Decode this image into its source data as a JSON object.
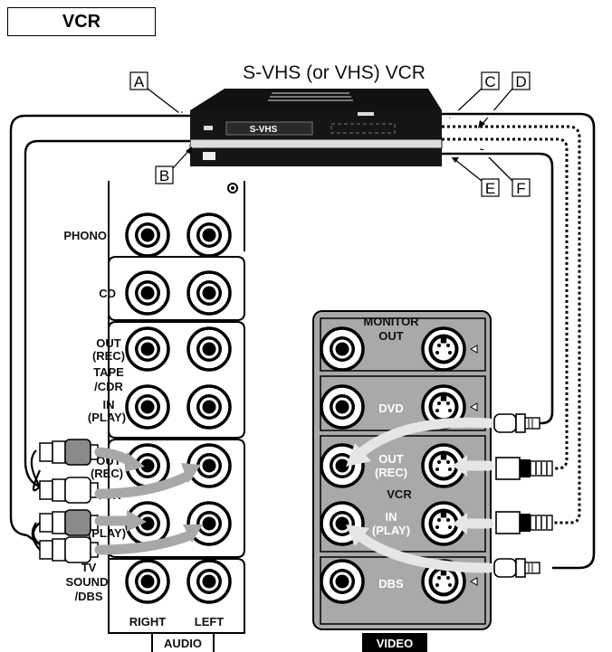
{
  "header": {
    "title": "VCR"
  },
  "device": {
    "title": "S-VHS (or VHS) VCR",
    "badge": "S-VHS"
  },
  "callouts": [
    "A",
    "B",
    "C",
    "D",
    "E",
    "F"
  ],
  "audio_panel": {
    "phono": "PHONO",
    "cd": "CD",
    "tape_out": [
      "OUT",
      "(REC)"
    ],
    "tape_name": [
      "TAPE",
      "/CDR"
    ],
    "tape_in": [
      "IN",
      "(PLAY)"
    ],
    "vcr_out": [
      "OUT",
      "(REC)"
    ],
    "vcr_name": "VCR",
    "vcr_in": [
      "IN",
      "(PLAY)"
    ],
    "tv": [
      "TV",
      "SOUND",
      "/DBS"
    ],
    "right": "RIGHT",
    "left": "LEFT",
    "section_label": "AUDIO"
  },
  "video_panel": {
    "monitor": [
      "MONITOR",
      "OUT"
    ],
    "dvd": "DVD",
    "vcr_out": [
      "OUT",
      "(REC)"
    ],
    "vcr_name": "VCR",
    "vcr_in": [
      "IN",
      "(PLAY)"
    ],
    "dbs": "DBS",
    "section_label": "VIDEO"
  }
}
